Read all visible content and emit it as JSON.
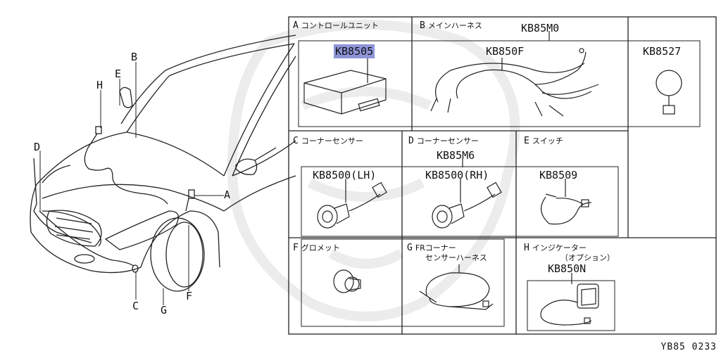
{
  "car_labels": {
    "A": "A",
    "B": "B",
    "C": "C",
    "D": "D",
    "E": "E",
    "F": "F",
    "G": "G",
    "H": "H"
  },
  "sections": {
    "A": {
      "key": "A",
      "title": "コントロールユニット",
      "parts": [
        "KB8505"
      ]
    },
    "B": {
      "key": "B",
      "title": "メインハーネス",
      "assembly": "KB85M0",
      "parts": [
        "KB850F",
        "KB8527"
      ]
    },
    "C": {
      "key": "C",
      "title": "コーナーセンサー",
      "parts": [
        "KB8500(LH)"
      ]
    },
    "D": {
      "key": "D",
      "title": "コーナーセンサー",
      "assembly": "KB85M6",
      "parts": [
        "KB8500(RH)"
      ]
    },
    "E": {
      "key": "E",
      "title": "スイッチ",
      "parts": [
        "KB8509"
      ]
    },
    "F": {
      "key": "F",
      "title": "グロメット"
    },
    "G": {
      "key": "G",
      "title_line1": "FRコーナー",
      "title_line2": "センサーハーネス"
    },
    "H": {
      "key": "H",
      "title_line1": "インジケーター",
      "title_line2": "（オプション）",
      "parts": [
        "KB850N"
      ]
    }
  },
  "footer_code": "YB85 0233",
  "colors": {
    "line": "#222222",
    "highlight": "#8f95d9",
    "watermark": "#efefef"
  }
}
